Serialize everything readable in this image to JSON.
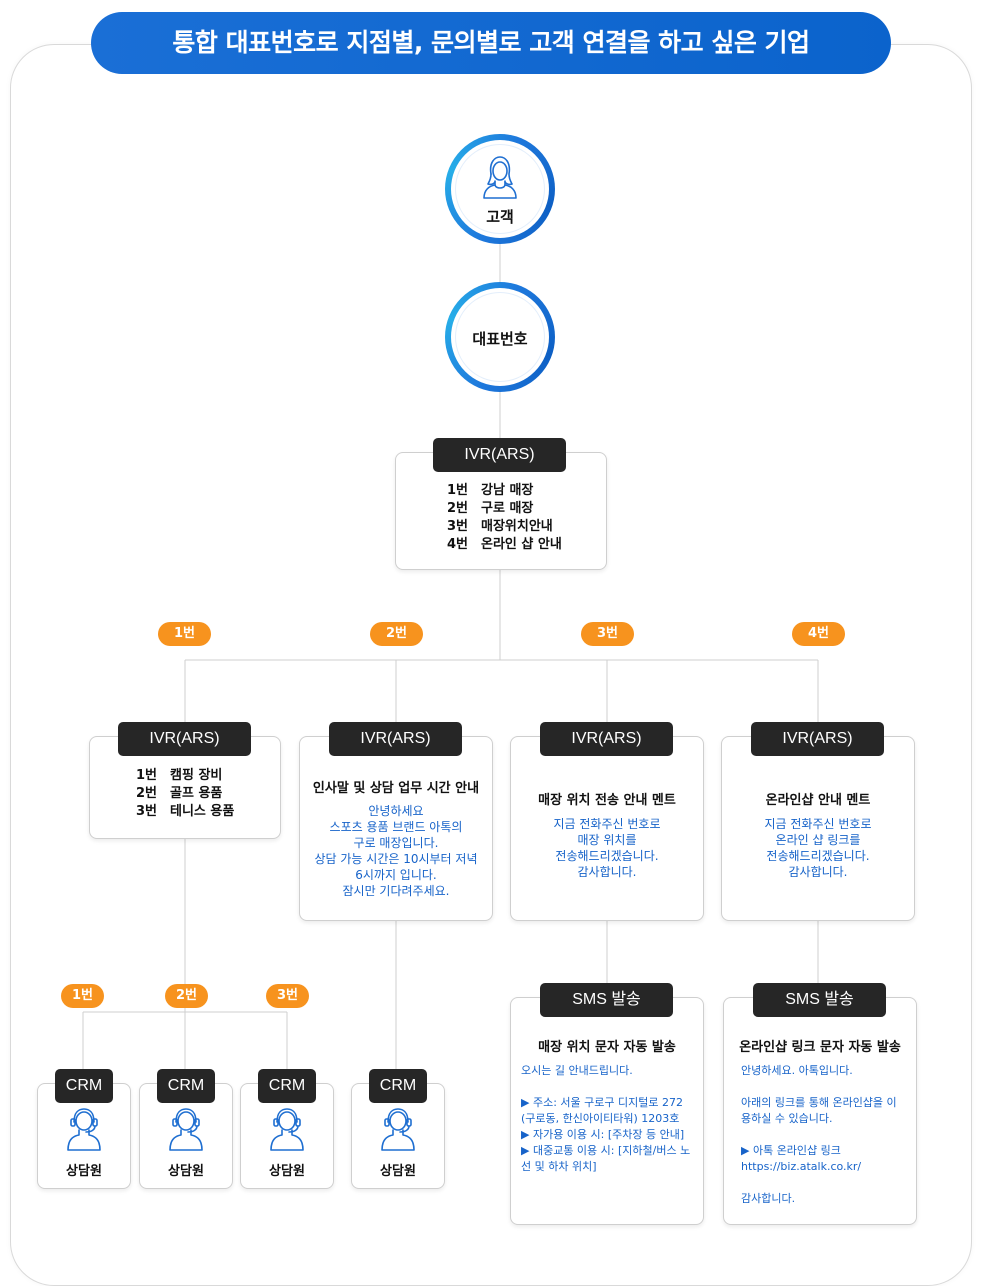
{
  "title": "통합 대표번호로 지점별, 문의별로 고객 연결을 하고 싶은 기업",
  "customer": {
    "label": "고객",
    "icon": "customer-icon"
  },
  "main_number": {
    "label": "대표번호"
  },
  "ivr_main": {
    "tag": "IVR(ARS)",
    "items": [
      {
        "num": "1번",
        "label": "강남 매장"
      },
      {
        "num": "2번",
        "label": "구로 매장"
      },
      {
        "num": "3번",
        "label": "매장위치안내"
      },
      {
        "num": "4번",
        "label": "온라인 샵 안내"
      }
    ]
  },
  "branch_badges": [
    "1번",
    "2번",
    "3번",
    "4번"
  ],
  "ivr_1": {
    "tag": "IVR(ARS)",
    "items": [
      {
        "num": "1번",
        "label": "캠핑 장비"
      },
      {
        "num": "2번",
        "label": "골프 용품"
      },
      {
        "num": "3번",
        "label": "테니스 용품"
      }
    ]
  },
  "ivr_2": {
    "tag": "IVR(ARS)",
    "title": "인사말 및 상담 업무 시간 안내",
    "body": [
      "안녕하세요",
      "스포츠 용품 브랜드 아톡의",
      "구로 매장입니다.",
      "상담 가능 시간은 10시부터 저녁",
      "6시까지 입니다.",
      "잠시만 기다려주세요."
    ]
  },
  "ivr_3": {
    "tag": "IVR(ARS)",
    "title": "매장 위치 전송 안내 멘트",
    "body": [
      "지금 전화주신 번호로",
      "매장 위치를",
      "전송해드리겠습니다.",
      "감사합니다."
    ]
  },
  "ivr_4": {
    "tag": "IVR(ARS)",
    "title": "온라인샵 안내 멘트",
    "body": [
      "지금 전화주신 번호로",
      "온라인 샵 링크를",
      "전송해드리겠습니다.",
      "감사합니다."
    ]
  },
  "sub_badges": [
    "1번",
    "2번",
    "3번"
  ],
  "crm": {
    "tag": "CRM",
    "label": "상담원",
    "icon": "agent-headset-icon"
  },
  "sms_3": {
    "tag": "SMS 발송",
    "title": "매장 위치 문자 자동 발송",
    "body": "오시는 길 안내드립니다.\n\n▶ 주소: 서울 구로구 디지털로 272\n(구로동, 한신아이티타워) 1203호\n▶ 자가용 이용 시: [주차장 등 안내]\n▶ 대중교통 이용 시: [지하철/버스 노\n선 및 하차 위치]"
  },
  "sms_4": {
    "tag": "SMS 발송",
    "title": "온라인샵 링크 문자 자동 발송",
    "body": "안녕하세요. 아톡입니다.\n\n아래의 링크를 통해 온라인샵을 이\n용하실 수 있습니다.\n\n▶ 아톡 온라인샵 링크\nhttps://biz.atalk.co.kr/\n\n감사합니다."
  },
  "colors": {
    "primary_blue": "#1a6fd6",
    "badge_orange": "#f7931e",
    "tag_dark": "#262626",
    "body_blue": "#1763c9"
  }
}
